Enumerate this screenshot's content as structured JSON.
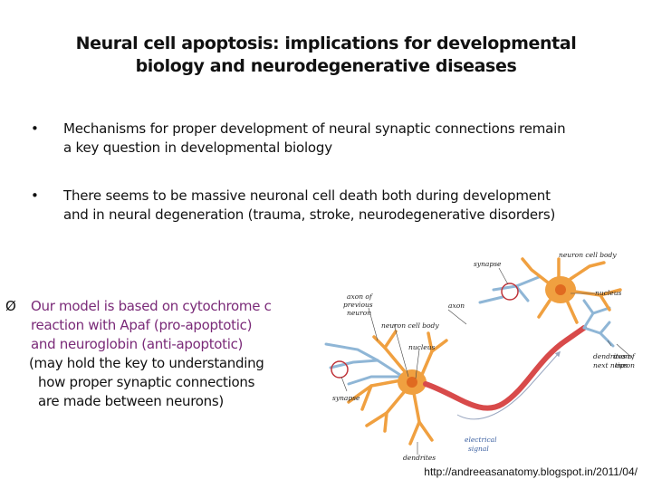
{
  "title": {
    "line1": "Neural cell apoptosis: implications for developmental",
    "line2": "biology and neurodegenerative diseases"
  },
  "bullets": [
    {
      "symbol": "•",
      "line1": "Mechanisms for proper development of neural synaptic connections remain",
      "line2": "a key question in developmental biology"
    },
    {
      "symbol": "•",
      "line1": "There seems to be massive neuronal cell death both during development",
      "line2": "and in neural degeneration (trauma, stroke, neurodegenerative disorders)"
    }
  ],
  "model": {
    "symbol": "Ø",
    "lines": [
      "Our model is based on cytochrome c",
      "reaction with Apaf (pro-apoptotic)",
      "and neuroglobin (anti-apoptotic)"
    ],
    "note_lines": [
      "(may hold the key to understanding",
      "how proper synaptic connections",
      "are made between neurons)"
    ]
  },
  "diagram": {
    "labels": {
      "synapse_top": "synapse",
      "neuron_cell_body_top": "neuron cell body",
      "nucleus_right": "nucleus",
      "axon_prev_1": "axon of",
      "axon_prev_2": "previous",
      "axon_prev_3": "neuron",
      "axon": "axon",
      "neuron_cell_body_mid": "neuron cell body",
      "nucleus_mid": "nucleus",
      "axon_tips_1": "axon",
      "axon_tips_2": "tips",
      "dendrites_next_1": "dendrites of",
      "dendrites_next_2": "next neuron",
      "synapse_left": "synapse",
      "electrical_1": "electrical",
      "electrical_2": "signal",
      "dendrites": "dendrites"
    },
    "colors": {
      "cell_body": "#f0a040",
      "nucleus": "#e06a20",
      "dendrite_blue": "#8fb6d6",
      "axon_red": "#d84a4a",
      "synapse_circle": "#c0343a"
    }
  },
  "source_url": "http://andreeasanatomy.blogspot.in/2011/04/"
}
